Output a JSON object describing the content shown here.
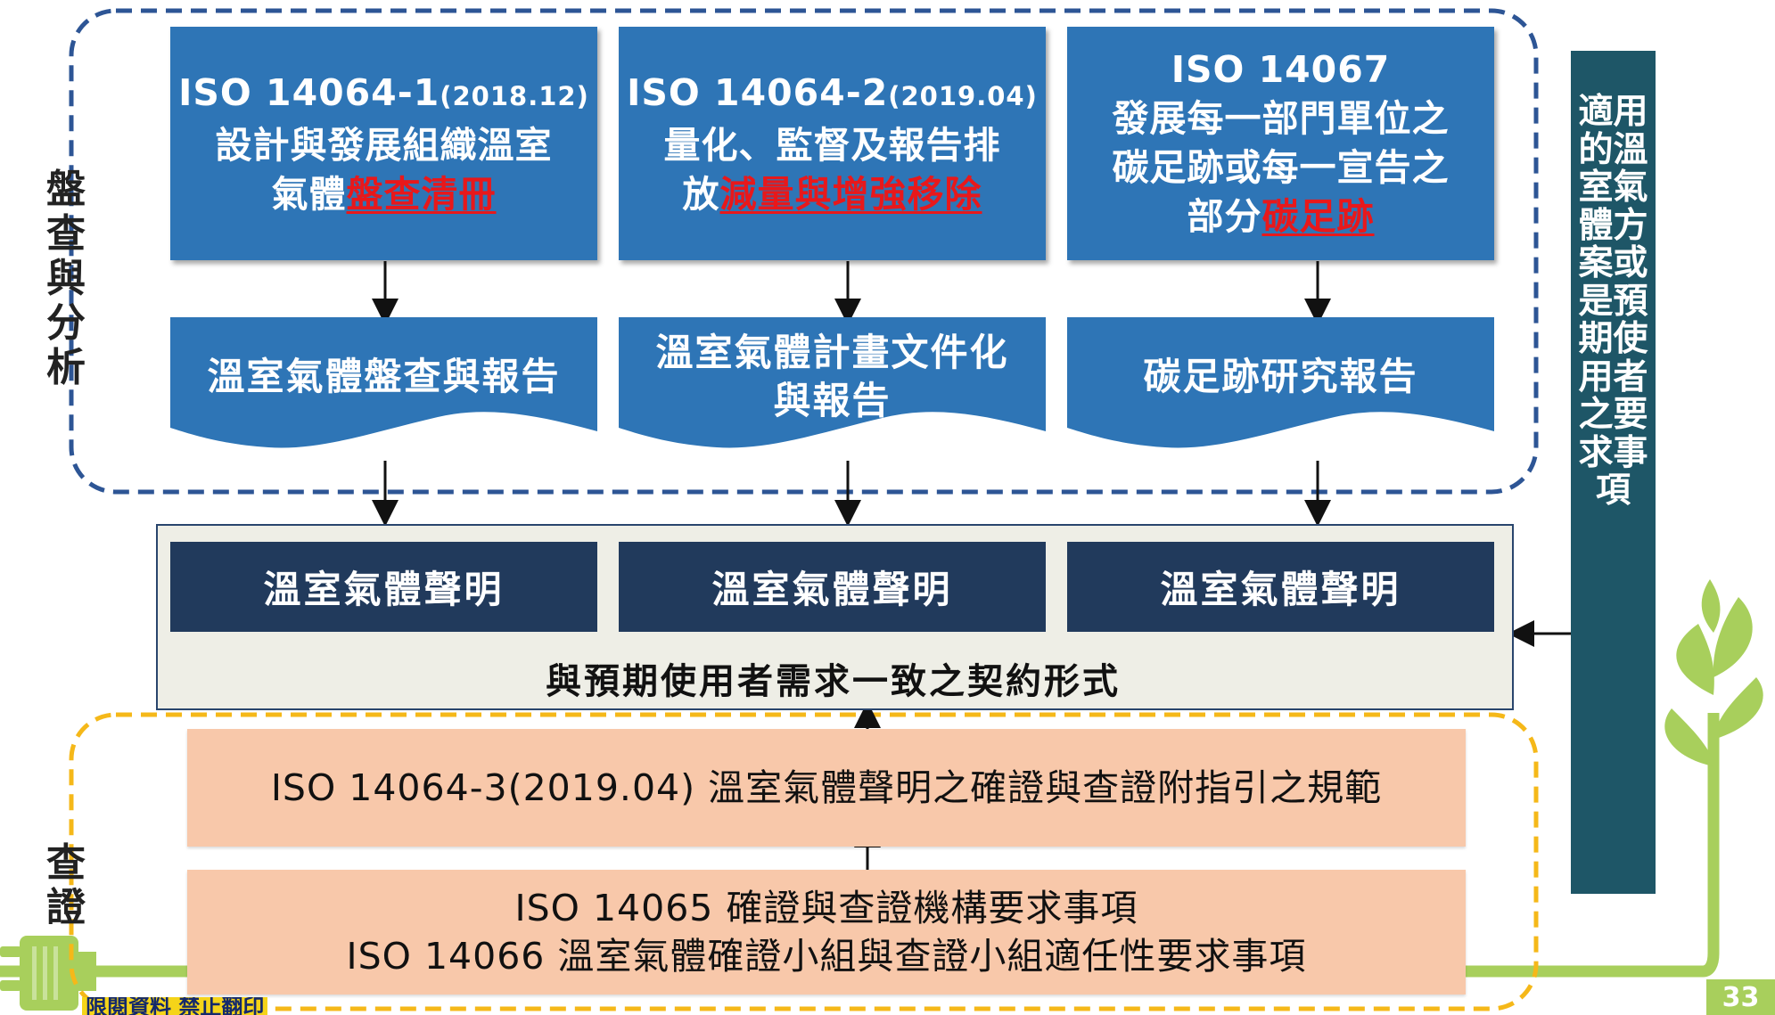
{
  "side_labels": {
    "inventory": "盤查與分析",
    "verification": "查證"
  },
  "standards": [
    {
      "code": "ISO 14064-1",
      "date": "(2018.12)",
      "line1": "設計與發展組織溫室",
      "line2_prefix": "氣體",
      "highlight": "盤查清冊"
    },
    {
      "code": "ISO 14064-2",
      "date": "(2019.04)",
      "line1": "量化、監督及報告排",
      "line2_prefix": "放",
      "highlight": "減量與增強移除"
    },
    {
      "code": "ISO 14067",
      "date": "",
      "line1": "發展每一部門單位之",
      "line2": "碳足跡或每一宣告之",
      "line3_prefix": "部分",
      "highlight": "碳足跡"
    }
  ],
  "reports": [
    {
      "line1": "溫室氣體盤查與報告",
      "line2": ""
    },
    {
      "line1": "溫室氣體計畫文件化",
      "line2": "與報告"
    },
    {
      "line1": "碳足跡研究報告",
      "line2": ""
    }
  ],
  "declarations": [
    "溫室氣體聲明",
    "溫室氣體聲明",
    "溫室氣體聲明"
  ],
  "contract_text": "與預期使用者需求一致之契約形式",
  "verification": {
    "iso_14064_3": "ISO 14064-3(2019.04) 溫室氣體聲明之確證與查證附指引之規範",
    "iso_14065": "ISO 14065 確證與查證機構要求事項",
    "iso_14066": "ISO 14066 溫室氣體確證小組與查證小組適任性要求事項"
  },
  "right_bar": "適用的溫室氣體方案或是預期使用者之要求事項",
  "footer_note": "限閱資料 禁止翻印",
  "page_number": "33",
  "colors": {
    "blue": "#2e75b6",
    "navy": "#213a5c",
    "peach": "#f8c8aa",
    "teal": "#1e5667",
    "red": "#e8181b",
    "dash_blue": "#2d5595",
    "dash_yellow": "#f5b819",
    "green": "#a8cf5c"
  }
}
